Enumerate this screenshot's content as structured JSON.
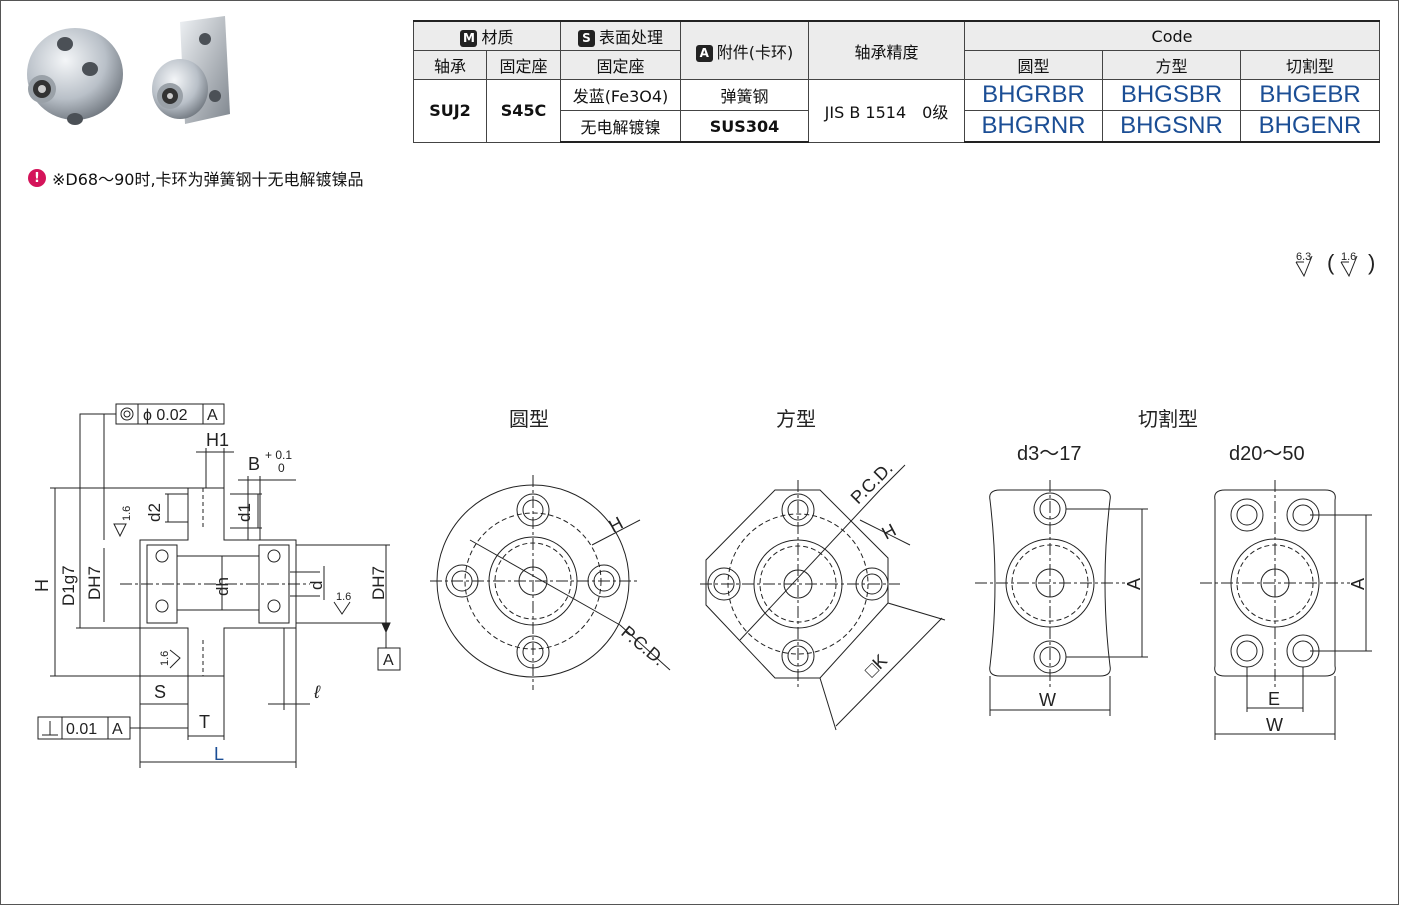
{
  "table": {
    "material_header": "材质",
    "surface_header": "表面处理",
    "accessory_header": "附件(卡环)",
    "precision_header": "轴承精度",
    "code_header": "Code",
    "col_bearing": "轴承",
    "col_mount": "固定座",
    "col_mount2": "固定座",
    "col_round": "圆型",
    "col_square": "方型",
    "col_cut": "切割型",
    "bearing_material": "SUJ2",
    "mount_material": "S45C",
    "surface_1": "发蓝(Fe3O4)",
    "surface_2": "无电解镀镍",
    "accessory_1": "弹簧钢",
    "accessory_2": "SUS304",
    "precision": "JIS B 1514　0级",
    "codes_row1": [
      "BHGRBR",
      "BHGSBR",
      "BHGEBR"
    ],
    "codes_row2": [
      "BHGRNR",
      "BHGSNR",
      "BHGENR"
    ],
    "badges": [
      "M",
      "S",
      "A"
    ]
  },
  "note": {
    "icon": "alert-icon",
    "text": "※D68～90时,卡环为弹簧钢十无电解镀镍品"
  },
  "roughness": {
    "main": "6.3",
    "alt": "1.6"
  },
  "drawing": {
    "titles": {
      "round": "圆型",
      "square": "方型",
      "cut": "切割型",
      "cut_small": "d3～17",
      "cut_large": "d20～50"
    },
    "tolerance_concentric": "ϕ 0.02",
    "tolerance_perpendicular": "0.01",
    "datum": "A",
    "labels": {
      "H1": "H1",
      "B": "B",
      "B_tol_upper": "+ 0.1",
      "B_tol_lower": "0",
      "d2": "d2",
      "d1": "d1",
      "H": "H",
      "D1g7": "D1g7",
      "DH7": "DH7",
      "dh": "dh",
      "d": "d",
      "S": "S",
      "T": "T",
      "L": "L",
      "l": "ℓ",
      "roughness_16": "1.6",
      "PCD": "P.C.D.",
      "K": "□K",
      "A": "A",
      "W": "W",
      "E": "E"
    },
    "accent_color": "#1b4e95"
  }
}
